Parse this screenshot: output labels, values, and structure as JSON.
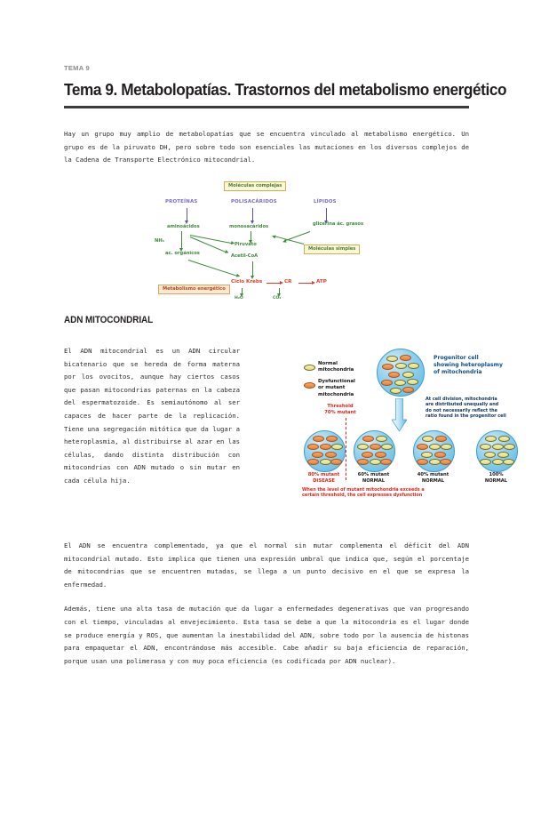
{
  "document": {
    "eyebrow": "TEMA 9",
    "title": "Tema 9. Metabolopatías. Trastornos del metabolismo energético",
    "intro_paragraph": "Hay un grupo muy amplio de metabolopatías que se encuentra vinculado al metabolismo energético. Un grupo es de la piruvato DH, pero sobre todo son esenciales las mutaciones en los diversos complejos de la Cadena de Transporte Electrónico mitocondrial.",
    "section_heading": "ADN MITOCONDRIAL",
    "body_paragraphs": [
      "El ADN mitocondrial es un ADN circular bicatenario que se hereda de forma materna por los ovocitos, aunque hay ciertos casos que pasan mitocondrias paternas en la cabeza del espermatozoide. Es semiautónomo al ser capaces de hacer parte de la replicación. Tiene una segregación mitótica que da lugar a heteroplasmia, al distribuirse al azar en las células, dando distinta distribución con mitocondrias con ADN mutado o sin mutar en cada célula hija.",
      "El ADN se encuentra complementado, ya que el normal sin mutar complementa el déficit del ADN mitocondrial mutado. Esto implica que tienen una expresión umbral que indica que, según el porcentaje de mitocondrias que se encuentren mutadas, se llega a un punto decisivo en el que se expresa la enfermedad.",
      "Además, tiene una alta tasa de mutación que da lugar a enfermedades degenerativas que van progresando con el tiempo, vinculadas al envejecimiento. Esta tasa se debe a que la mitocondria es el lugar donde se produce energía y ROS, que aumentan la inestabilidad del ADN, sobre todo por la ausencia de histonas para empaquetar el ADN, encontrándose más accesible. Cabe añadir su baja eficiencia de reparación, porque usan una polimerasa y con muy poca eficiencia (es codificada por ADN nuclear)."
    ]
  },
  "figure_metabolism": {
    "top_box": "Moléculas complejas",
    "macromolecules": [
      "PROTEÍNAS",
      "POLISACÁRIDOS",
      "LÍPIDOS"
    ],
    "monomers": [
      "aminoácidos",
      "monosacáridos",
      "glicerina\nác. grasos"
    ],
    "nh3": "NH₃",
    "organic_acids": "ac. orgánicos",
    "pyruvate": "Piruvato",
    "acetyl": "Acetil-CoA",
    "simple_box": "Moléculas\nsimples",
    "krebs": "Ciclo Krebs",
    "cr": "CR",
    "atp": "ATP",
    "water": "H₂O",
    "co2": "CO₂",
    "energy_box": "Metabolismo energético",
    "colors": {
      "box_fill": "#fbf8d8",
      "box_border": "#c9ae5e",
      "peach_fill": "#fde8cf",
      "purple_text": "#7b68c4",
      "green_text": "#3f8a3a",
      "red_text": "#e03a2a"
    }
  },
  "figure_heteroplasmy": {
    "legend": [
      {
        "label": "Normal\nmitochondria",
        "type": "normal"
      },
      {
        "label": "Dysfunctional\nor mutant\nmitochondria",
        "type": "mutant"
      }
    ],
    "threshold_label": "Threshold\n70% mutant",
    "progenitor_label": "Progenitor cell\nshowing heteroplasmy\nof mitochondria",
    "division_note": "At cell division, mitochondria\nare distributed unequally and\ndo not necessarily reflect the\nratio found in the progenitor cell",
    "daughter_cells": [
      {
        "percent": "80% mutant",
        "status": "DISEASE",
        "color": "#e2231a",
        "mutant_count": 10,
        "normal_count": 3
      },
      {
        "percent": "60% mutant",
        "status": "NORMAL",
        "color": "#1a1a1a",
        "mutant_count": 8,
        "normal_count": 5
      },
      {
        "percent": "40% mutant",
        "status": "NORMAL",
        "color": "#1a1a1a",
        "mutant_count": 5,
        "normal_count": 8
      },
      {
        "percent": "100%",
        "status": "NORMAL",
        "color": "#1a1a1a",
        "mutant_count": 0,
        "normal_count": 13
      }
    ],
    "caption": "When the level of mutant mitochondria exceeds a\ncertain threshold, the cell expresses dysfunction",
    "colors": {
      "cell_fill": "#8fd0ee",
      "normal_mito": "#e9e48c",
      "mutant_mito": "#ef9450",
      "caption_red": "#e2231a"
    }
  }
}
